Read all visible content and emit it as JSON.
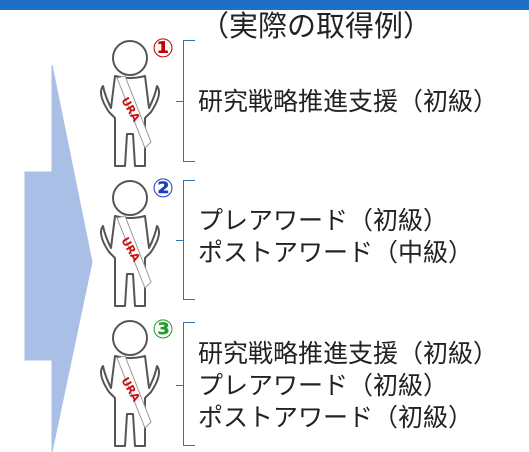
{
  "heading": "（実際の取得例）",
  "sash_text": "URA",
  "colors": {
    "num1": "#c00000",
    "num2": "#1f3fbf",
    "num3": "#1f9e2a",
    "arrow": "#a9bfe6",
    "bracket": "#2e74b5"
  },
  "levels": [
    {
      "num": "①",
      "lines": [
        "研究戦略推進支援（初級）"
      ]
    },
    {
      "num": "②",
      "lines": [
        "プレアワード（初級）",
        "ポストアワード（中級）"
      ]
    },
    {
      "num": "③",
      "lines": [
        "研究戦略推進支援（初級）",
        "プレアワード（初級）",
        "ポストアワード（初級）"
      ]
    }
  ]
}
